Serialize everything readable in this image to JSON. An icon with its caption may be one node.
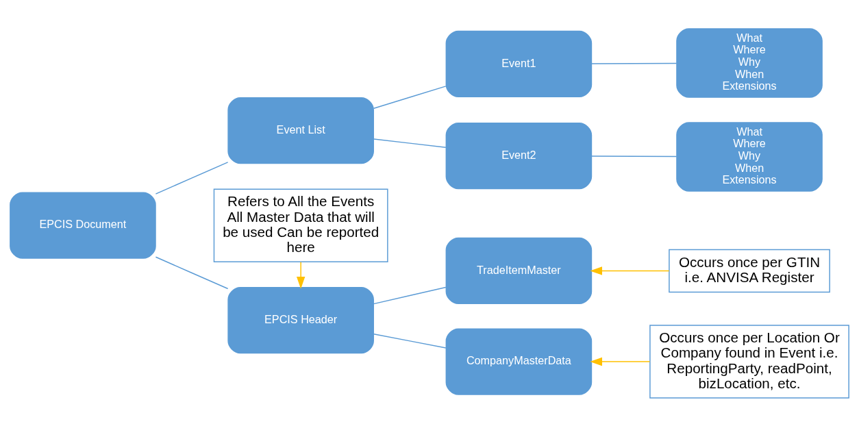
{
  "diagram": {
    "nodes": [
      {
        "text": [
          "EPCIS Document"
        ]
      },
      {
        "text": [
          "EPCIS Header"
        ]
      },
      {
        "text": [
          "Event List"
        ]
      },
      {
        "text": [
          "TradeItemMaster"
        ]
      },
      {
        "text": [
          "CompanyMasterData"
        ]
      },
      {
        "text": [
          "Event1"
        ]
      },
      {
        "text": [
          "Event2"
        ]
      },
      {
        "text": [
          "What Where Why When",
          "Extensions"
        ]
      },
      {
        "text": [
          "What Where Why When",
          "Extensions"
        ]
      },
      {
        "text": [
          "Refers to All the Events All Master Data that will be used Can be reported here"
        ]
      },
      {
        "text": [
          "Occurs once per GTIN i.e. ANVISA Register"
        ]
      },
      {
        "text": [
          "Occurs once per Location Or Company found in Event i.e. ReportingParty, readPoint, bizLocation, etc."
        ]
      }
    ],
    "edges": [
      {
        "from": 0,
        "to": 1,
        "arrow": "none"
      },
      {
        "from": 0,
        "to": 2,
        "arrow": "none"
      },
      {
        "from": 1,
        "to": 3,
        "arrow": "none"
      },
      {
        "from": 1,
        "to": 4,
        "arrow": "none"
      },
      {
        "from": 2,
        "to": 5,
        "arrow": "none"
      },
      {
        "from": 2,
        "to": 6,
        "arrow": "none"
      },
      {
        "from": 5,
        "to": 7,
        "arrow": "none"
      },
      {
        "from": 6,
        "to": 8,
        "arrow": "none"
      },
      {
        "from": 9,
        "to": 1,
        "arrow": "to",
        "color": "#ffc000"
      },
      {
        "from": 10,
        "to": 3,
        "arrow": "to",
        "color": "#ffc000"
      },
      {
        "from": 11,
        "to": 4,
        "arrow": "to",
        "color": "#ffc000"
      }
    ]
  }
}
